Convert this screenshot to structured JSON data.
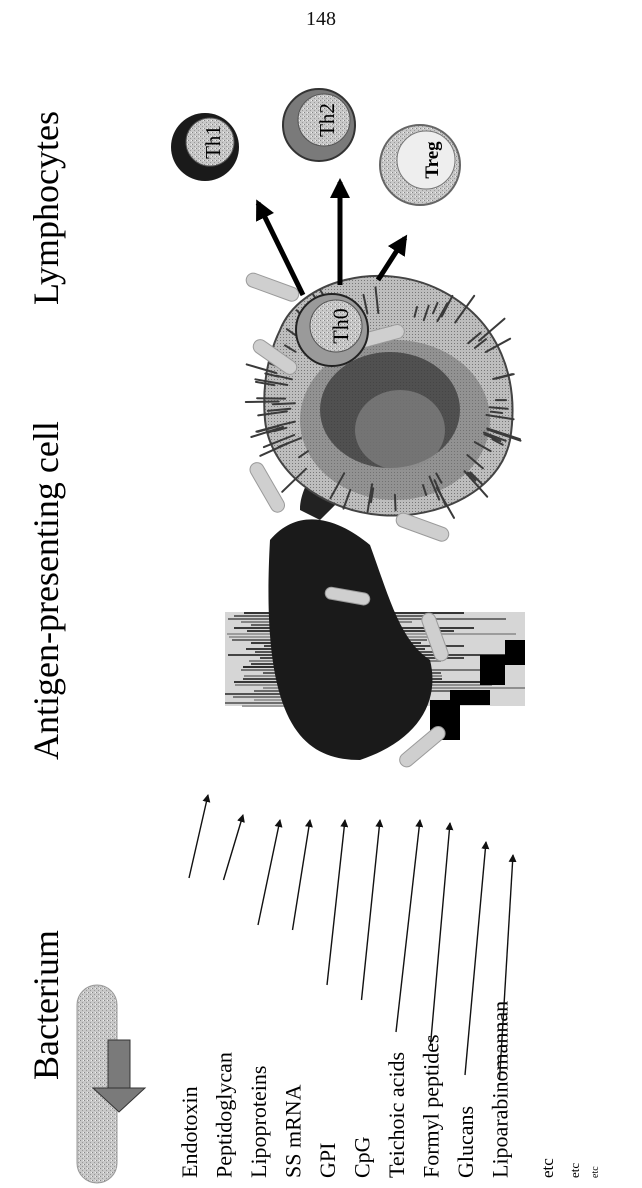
{
  "page_number": "148",
  "headings": {
    "bacterium": "Bacterium",
    "apc": "Antigen-presenting cell",
    "lymphocytes": "Lymphocytes"
  },
  "ligands": [
    "Endotoxin",
    "Peptidoglycan",
    "Lipoproteins",
    "SS mRNA",
    "GPI",
    "CpG",
    "Teichoic acids",
    "Formyl peptides",
    "Glucans",
    "Lipoarabinomannan"
  ],
  "etc": [
    "etc",
    "etc",
    "etc"
  ],
  "cells": {
    "th0": "Th0",
    "th1": "Th1",
    "th2": "Th2",
    "treg": "Treg"
  }
}
